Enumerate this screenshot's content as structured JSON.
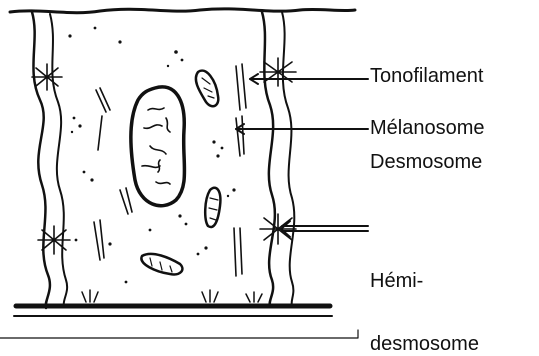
{
  "labels": {
    "tonofilament": "Tonofilament",
    "melanosome": "Mélanosome",
    "desmosome": "Desmosome",
    "hemidesmosome_line1": "Hémi-",
    "hemidesmosome_line2": "desmosome"
  },
  "colors": {
    "ink": "#111111",
    "background": "#ffffff"
  }
}
